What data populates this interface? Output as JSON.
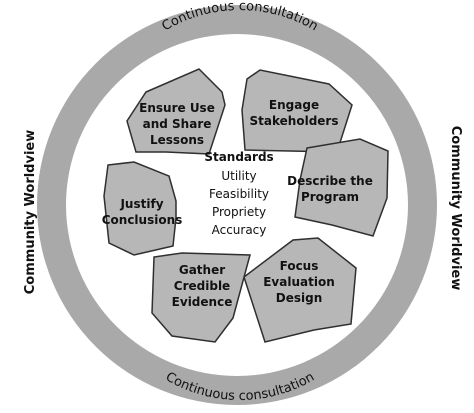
{
  "ring_top_label": "Continuous consultation",
  "ring_bottom_label": "Continuous consultation",
  "left_label": "Community Worldview",
  "right_label": "Community Worldview",
  "steps": [
    {
      "lines": [
        "Engage",
        "Stakeholders"
      ]
    },
    {
      "lines": [
        "Describe the",
        "Program"
      ]
    },
    {
      "lines": [
        "Focus",
        "Evaluation",
        "Design"
      ]
    },
    {
      "lines": [
        "Gather",
        "Credible",
        "Evidence"
      ]
    },
    {
      "lines": [
        "Justify",
        "Conclusions"
      ]
    },
    {
      "lines": [
        "Ensure Use",
        "and Share",
        "Lessons"
      ]
    }
  ],
  "standards": {
    "title": "Standards",
    "items": [
      "Utility",
      "Feasibility",
      "Propriety",
      "Accuracy"
    ]
  },
  "colors": {
    "outer_ring": "#a9a9a9",
    "inner_area": "#ffffff",
    "step_fill": "#b7b7b7",
    "step_stroke": "#2f2f2f",
    "text": "#111111"
  }
}
